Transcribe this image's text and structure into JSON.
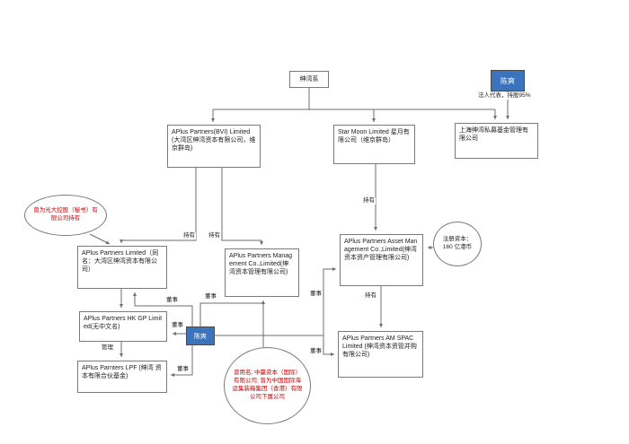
{
  "diagram": {
    "nodes": {
      "shenwan_group": "绅湾系",
      "chen_shuang_top": "陈爽",
      "shanghai_fund": "上海绅湾私募基金管理有限公司",
      "aplus_bvi": "APlus Partners(BVI) Limited(大湾区绅湾资本有限公司，维京群岛)",
      "star_moon": "Star Moon Limited 星月有限公司（维京群岛）",
      "aplus_limited": "APlus Partners Limited（同名：大湾区绅湾资本有限公司）",
      "aplus_management": "APlus Partners Management Co.,Limited(绅湾资本管理有限公司)",
      "aplus_asset_management": "APlus Partners Asset Management Co.,Limited(绅湾资本资产管理有限公司)",
      "aplus_hk_gp": "APlus Partners HK GP Limited(无中文名)",
      "chen_shuang_mid": "陈爽",
      "aplus_lpf": "APlus Parnters LPF (绅湾 资本有限合伙基金)",
      "aplus_am_spac": "APlus Partners AM SPAC Limited (绅湾资本资管并购有限公司)"
    },
    "annotations": {
      "guangda_note": "曾为光大控股（秘书）有限公司持有",
      "registered_capital": "注册资本： 160 亿港币",
      "former_name_note": "曾用名: 中赢资本（国际）有限公司; 曾为中国国际海运集装箱集团（香港）有限公司下属公司"
    },
    "edge_labels": {
      "legal_rep": "法人代表，持股95%",
      "holds_1": "持有",
      "holds_2": "持有",
      "holds_3": "持有",
      "holds_4": "持有",
      "director_1": "董事",
      "director_2": "董事",
      "director_3": "董事",
      "director_4": "董事",
      "director_5": "董事",
      "director_6": "董事",
      "manages": "管理"
    },
    "colors": {
      "person_highlight": "#3b74bc",
      "annotation_red": "#c00000",
      "line_gray": "#6e6e6e"
    }
  }
}
